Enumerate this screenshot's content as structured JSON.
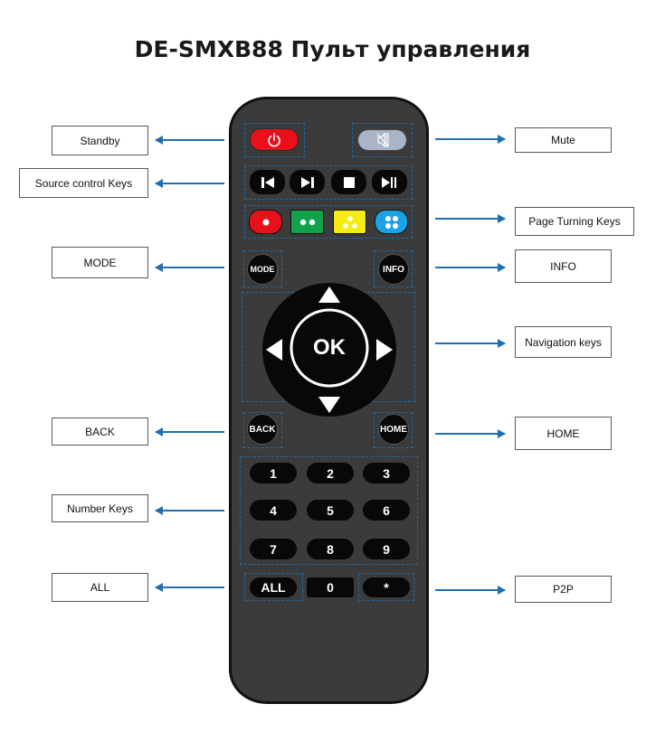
{
  "title": "DE-SMXB88 Пульт управления",
  "labels": {
    "standby": "Standby",
    "source_control": "Source control Keys",
    "mode": "MODE",
    "back": "BACK",
    "number_keys": "Number Keys",
    "all": "ALL",
    "mute": "Mute",
    "page_turning": "Page Turning Keys",
    "info": "INFO",
    "navigation": "Navigation keys",
    "home": "HOME",
    "p2p": "P2P"
  },
  "buttons": {
    "mode": "MODE",
    "info": "INFO",
    "ok": "OK",
    "back": "BACK",
    "home": "HOME",
    "all": "ALL",
    "zero": "0",
    "star": "*",
    "digits": [
      "1",
      "2",
      "3",
      "4",
      "5",
      "6",
      "7",
      "8",
      "9"
    ]
  },
  "icons": {
    "power": "power-icon",
    "mute": "mute-icon",
    "prev": "skip-previous-icon",
    "next": "skip-next-icon",
    "stop": "stop-icon",
    "play_pause": "play-pause-icon"
  },
  "colors": {
    "arrow": "#1f6fb0",
    "red": "#e8101a",
    "green": "#13a24a",
    "yellow": "#f6ec13",
    "blue": "#1aa3e6",
    "mute_key": "#a9b4c8"
  }
}
